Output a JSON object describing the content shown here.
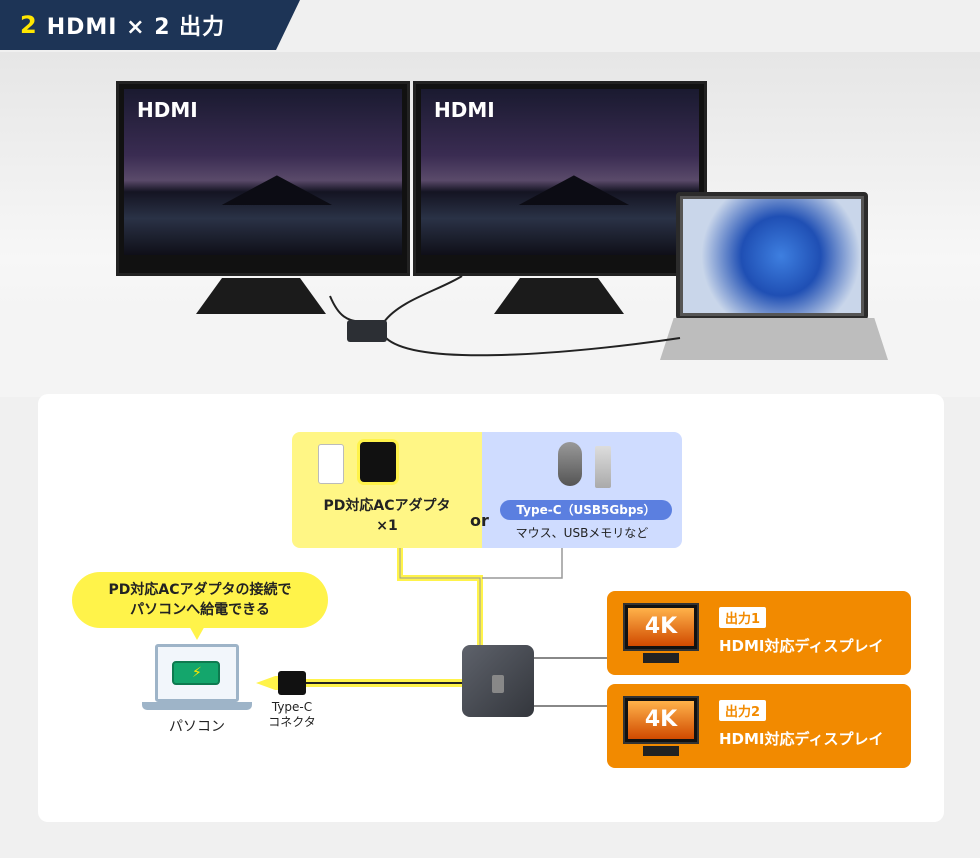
{
  "header": {
    "number": "2",
    "title": "HDMI × 2 出力"
  },
  "photo": {
    "monitor_label_1": "HDMI",
    "monitor_label_2": "HDMI"
  },
  "diagram": {
    "ac_adapter_label": "PD対応ACアダプタ",
    "ac_adapter_count": "×1",
    "or_label": "or",
    "typec_label": "Type-C（USB5Gbps）",
    "usb_desc": "マウス、USBメモリなど",
    "bubble_line1": "PD対応ACアダプタの接続で",
    "bubble_line2": "パソコンへ給電できる",
    "pc_label": "パソコン",
    "connector_line1": "Type-C",
    "connector_line2": "コネクタ",
    "outputs": [
      {
        "tag": "出力1",
        "name": "HDMI対応ディスプレイ",
        "badge": "4K"
      },
      {
        "tag": "出力2",
        "name": "HDMI対応ディスプレイ",
        "badge": "4K"
      }
    ]
  },
  "colors": {
    "navy": "#1d3456",
    "yellow": "#fff34a",
    "orange": "#f28a00",
    "blue": "#5b7fe0"
  }
}
